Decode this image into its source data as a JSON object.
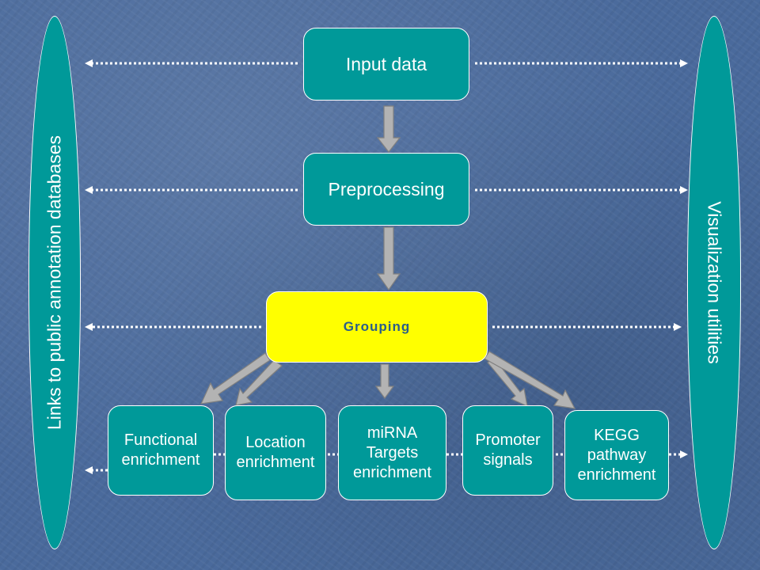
{
  "left_bar": {
    "label": "Links to public annotation databases"
  },
  "right_bar": {
    "label": "Visualization utilities"
  },
  "nodes": {
    "input": "Input data",
    "preprocessing": "Preprocessing",
    "grouping": "Grouping",
    "functional": "Functional\nenrichment",
    "location": "Location\nenrichment",
    "mirna": "miRNA\nTargets\nenrichment",
    "promoter": "Promoter\nsignals",
    "kegg": "KEGG\npathway\nenrichment"
  },
  "colors": {
    "box_fill": "#009999",
    "grouping_fill": "#ffff00",
    "arrow_fill": "#b3b3b3",
    "dotted_line": "#ffffff",
    "background": "#4a6a9c"
  }
}
